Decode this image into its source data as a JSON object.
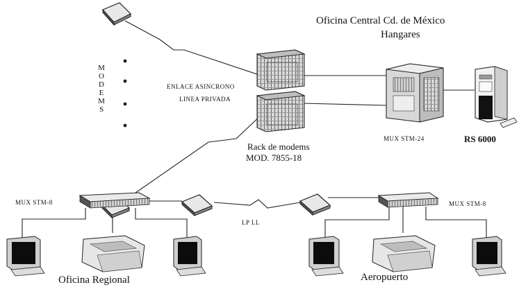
{
  "labels": {
    "central_office_line1": "Oficina Central  Cd. de México",
    "central_office_line2": "Hangares",
    "modems_vertical": [
      "M",
      "O",
      "D",
      "E",
      "M",
      "S"
    ],
    "link_line1": "ENLACE ASINCRONO",
    "link_line2": "LINEA PRIVADA",
    "rack_line1": "Rack de modems",
    "rack_line2": "MOD. 7855-18",
    "mux_24": "MUX STM-24",
    "rs6000": "RS 6000",
    "mux_8_left": "MUX STM-8",
    "mux_8_right": "MUX STM-8",
    "lp_ll": "LP  LL",
    "regional_office": "Oficina Regional",
    "airport": "Aeropuerto"
  }
}
